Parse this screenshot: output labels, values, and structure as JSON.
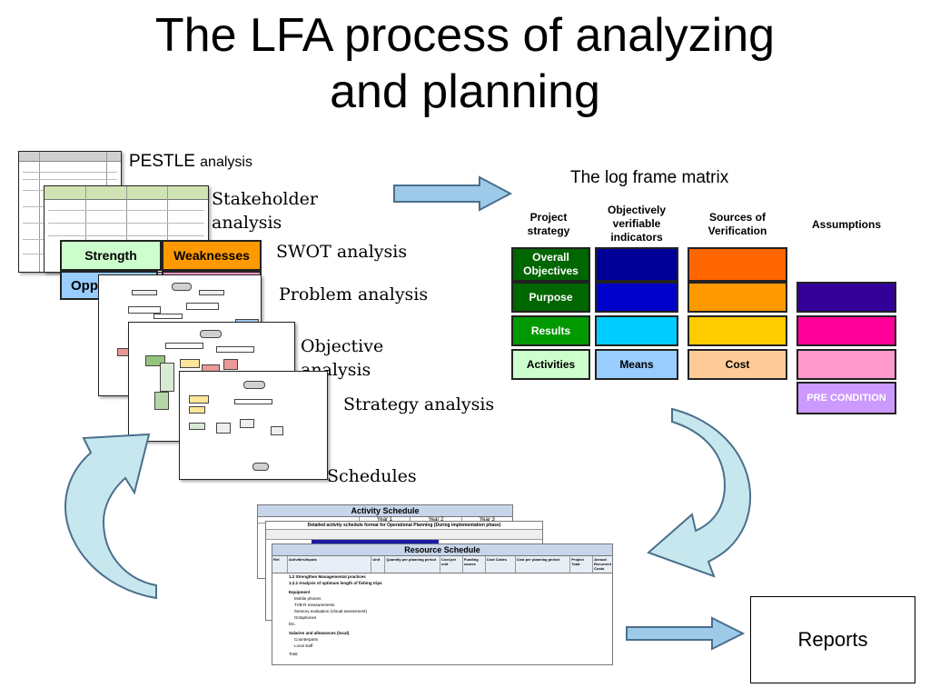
{
  "slide": {
    "title_line1": "The LFA process of analyzing",
    "title_line2": "and planning"
  },
  "labels": {
    "pestle_1": "PESTLE",
    "pestle_2": "analysis",
    "stakeholder_1": "Stakeholder",
    "stakeholder_2": "analysis",
    "swot": "SWOT analysis",
    "problem": "Problem analysis",
    "objective_1": "Objective",
    "objective_2": "analysis",
    "strategy": "Strategy analysis",
    "schedules": "Schedules",
    "logframe": "The log frame matrix",
    "reports": "Reports"
  },
  "swot": {
    "strength": "Strength",
    "weaknesses": "Weaknesses",
    "opportunities_partial": "Oppo",
    "colors": {
      "strength": "#ccffcc",
      "weaknesses": "#ff9900",
      "opportunities": "#99ccff",
      "threats": "#ff99cc"
    }
  },
  "logframe": {
    "headers": {
      "strategy": "Project strategy",
      "indicators": "Objectively verifiable indicators",
      "verification": "Sources of Verification",
      "assumptions": "Assumptions"
    },
    "rows": [
      {
        "label": "Overall Objectives",
        "bg": "#006600",
        "fg": "#ffffff",
        "indicator": "#000099",
        "source": "#ff6600",
        "assumption": ""
      },
      {
        "label": "Purpose",
        "bg": "#006600",
        "fg": "#ffffff",
        "indicator": "#0000cc",
        "source": "#ff9900",
        "assumption": "#330099"
      },
      {
        "label": "Results",
        "bg": "#009900",
        "fg": "#ffffff",
        "indicator": "#00ccff",
        "source": "#ffcc00",
        "assumption": "#ff0099"
      },
      {
        "label": "Activities",
        "bg": "#ccffcc",
        "fg": "#000000",
        "indicator": "#99ccff",
        "indicator_text": "Means",
        "source": "#ffcc99",
        "source_text": "Cost",
        "assumption": "#ff99cc"
      }
    ],
    "pre_condition": "PRE CONDITION",
    "pre_condition_bg": "#cc99ff"
  },
  "sheets": {
    "activity_title": "Activity Schedule",
    "activity_sub": "Detailed activity schedule format for Operational Planning (During implementation phase)",
    "activity_years": [
      "Year 1",
      "Year 2",
      "Year 3"
    ],
    "resource_title": "Resource Schedule",
    "resource_headers": [
      "Ref.",
      "Activities/Inputs",
      "Unit",
      "Quantity per planning period",
      "Cost per unit",
      "Funding source",
      "Cost Codes",
      "Cost per planning period",
      "Project Total",
      "Annual Recurrent Costs"
    ],
    "resource_rows": [
      "1.2 Strengthen Managemental practices",
      "1.2.2 Analysis of optimum length of fishing trips",
      "Equipment",
      "Mobile phones",
      "TVB-R measurements",
      "Sensory evaluation (Visual assessment)",
      "Octaphones",
      "Etc.",
      "Salaries and allowances (local)",
      "Counterparts",
      "Local staff",
      "Total"
    ]
  },
  "arrow_colors": {
    "fill": "#9ecae9",
    "cycle_fill": "#c7e7ee",
    "stroke": "#4a6f8c"
  }
}
